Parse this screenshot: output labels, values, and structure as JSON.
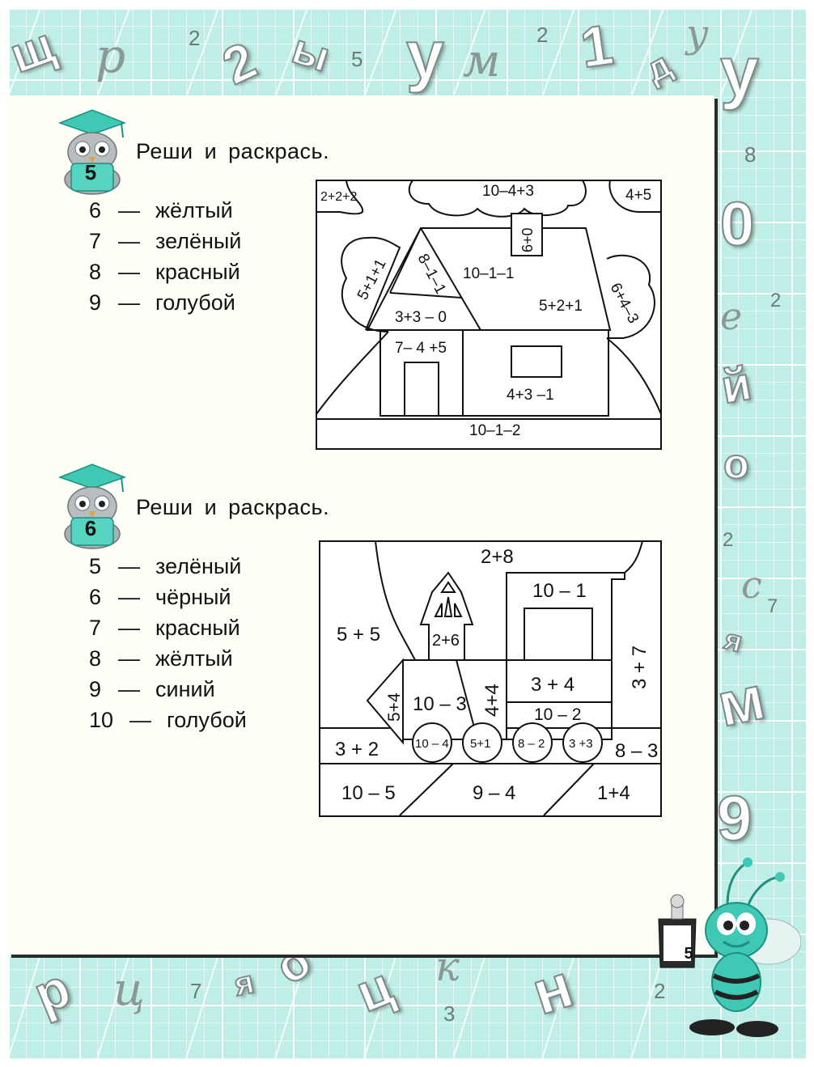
{
  "page_number": "5",
  "tasks": [
    {
      "number": "5",
      "title": "Реши  и  раскрась.",
      "legend": [
        {
          "num": "6",
          "dash": "—",
          "color": "жёлтый"
        },
        {
          "num": "7",
          "dash": "—",
          "color": "зелёный"
        },
        {
          "num": "8",
          "dash": "—",
          "color": "красный"
        },
        {
          "num": "9",
          "dash": "—",
          "color": "голубой"
        }
      ],
      "picture_labels": {
        "corner_left": "2+2+2",
        "cloud": "10–4+3",
        "corner_right": "4+5",
        "chimney": "6+0",
        "tree_left": "5+1+1",
        "roof_left": "8–1–1",
        "roof_mid": "10–1–1",
        "roof_right": "5+2+1",
        "tree_right": "6+4–3",
        "gable": "3+3 – 0",
        "wall_left": "7– 4 +5",
        "wall_right": "4+3 –1",
        "ground": "10–1–2"
      }
    },
    {
      "number": "6",
      "title": "Реши  и  раскрась.",
      "legend": [
        {
          "num": "5",
          "dash": "—",
          "color": "зелёный"
        },
        {
          "num": "6",
          "dash": "—",
          "color": "чёрный"
        },
        {
          "num": "7",
          "dash": "—",
          "color": "красный"
        },
        {
          "num": "8",
          "dash": "—",
          "color": "жёлтый"
        },
        {
          "num": "9",
          "dash": "—",
          "color": "синий"
        },
        {
          "num": "10",
          "dash": "—",
          "color": "голубой"
        }
      ],
      "picture_labels": {
        "sky_top": "2+8",
        "sky_left": "5 + 5",
        "cab_top": "10 – 1",
        "smokestack": "2+6",
        "cab_right": "3 + 7",
        "cowcatcher": "5+4",
        "boiler_front": "10 – 3",
        "boiler_back": "4+4",
        "cab_mid": "3 + 4",
        "cab_low": "10 – 2",
        "wheel_1": "10 – 4",
        "wheel_2": "5+1",
        "wheel_3": "8 – 2",
        "wheel_4": "3 +3",
        "rail_left": "3 + 2",
        "rail_right": "8 – 3",
        "ground_left": "10 – 5",
        "ground_mid": "9 – 4",
        "ground_right": "1+4"
      }
    }
  ],
  "border_letters": {
    "top": [
      "щ",
      "р",
      "2",
      "2",
      "ы",
      "5",
      "у",
      "м",
      "2",
      "1",
      "д",
      "у",
      "у"
    ],
    "right": [
      "8",
      "0",
      "е",
      "2",
      "й",
      "о",
      "2",
      "с",
      "7",
      "я",
      "м",
      "9"
    ],
    "bottom": [
      "р",
      "ц",
      "7",
      "я",
      "о",
      "ц",
      "к",
      "3",
      "н",
      "2"
    ]
  },
  "colors": {
    "border_bg": "#bfeee6",
    "panel_bg": "#fffef7",
    "accent": "#3fc9b5"
  }
}
